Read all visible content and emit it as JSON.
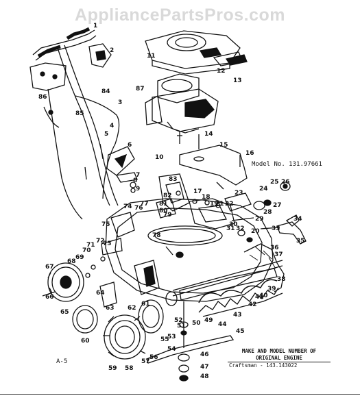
{
  "watermark": "AppliancePartsPros.com",
  "model_number": "Model No. 131.97661",
  "engine_note": {
    "line1": "MAKE AND MODEL NUMBER OF",
    "line2": "ORIGINAL ENGINE",
    "line3": "Craftsman - 143.143022"
  },
  "page_code": "A-5",
  "callouts": [
    "1",
    "2",
    "3",
    "4",
    "5",
    "6",
    "7",
    "8",
    "9",
    "10",
    "11",
    "12",
    "13",
    "14",
    "15",
    "16",
    "17",
    "18",
    "19",
    "20",
    "21",
    "22",
    "23",
    "24",
    "25",
    "26",
    "27",
    "28",
    "29",
    "30",
    "31",
    "32",
    "33",
    "34",
    "35",
    "36",
    "37",
    "38",
    "39",
    "40",
    "41",
    "42",
    "43",
    "44",
    "45",
    "46",
    "47",
    "48",
    "49",
    "50",
    "51",
    "52",
    "53",
    "54",
    "55",
    "56",
    "57",
    "58",
    "59",
    "60",
    "61",
    "62",
    "63",
    "64",
    "65",
    "66",
    "67",
    "68",
    "69",
    "70",
    "71",
    "72",
    "73",
    "74",
    "75",
    "76",
    "77",
    "78",
    "79",
    "80",
    "81",
    "82",
    "83",
    "84",
    "85",
    "86",
    "87"
  ]
}
